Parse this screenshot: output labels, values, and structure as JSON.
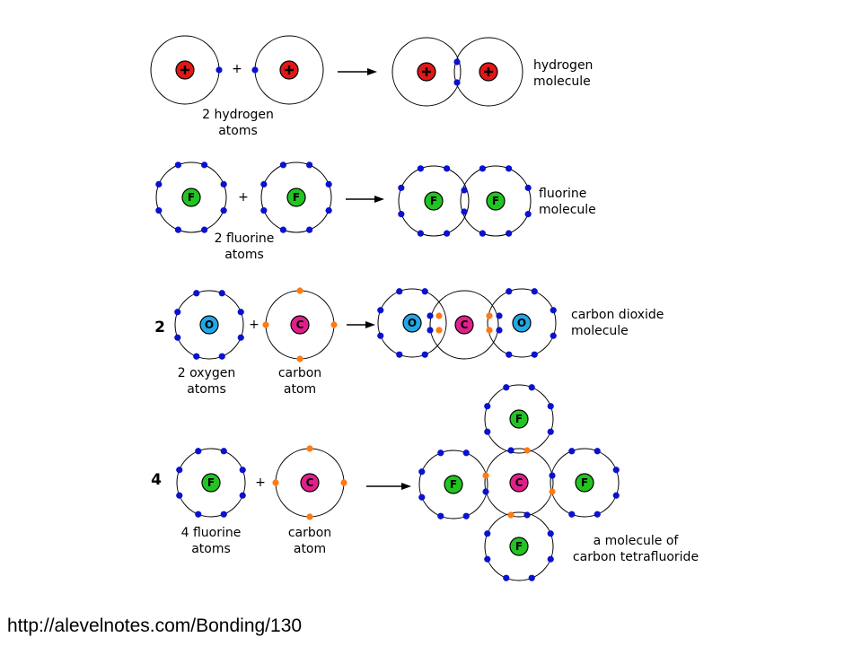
{
  "colors": {
    "outer_electron": "#0a12cf",
    "carbon_electron": "#ff7a14",
    "hydrogen_nucleus": "#e01818",
    "fluorine_nucleus": "#22c422",
    "oxygen_nucleus": "#22a8e6",
    "carbon_nucleus": "#e0208a",
    "shell": "#000000"
  },
  "rows": [
    {
      "id": "hydrogen",
      "coefficient": "",
      "reactant_labels": [
        [
          "2 hydrogen",
          "atoms"
        ]
      ],
      "product_label": [
        "hydrogen",
        "molecule"
      ],
      "nucleus_symbol": "+"
    },
    {
      "id": "fluorine",
      "coefficient": "",
      "reactant_labels": [
        [
          "2 fluorine",
          "atoms"
        ]
      ],
      "product_label": [
        "fluorine",
        "molecule"
      ],
      "nucleus_symbol": "F"
    },
    {
      "id": "carbon-dioxide",
      "coefficient": "2",
      "reactant_labels": [
        [
          "2 oxygen",
          "atoms"
        ],
        [
          "carbon",
          "atom"
        ]
      ],
      "product_label": [
        "carbon dioxide",
        "molecule"
      ],
      "nucleus_symbols": [
        "O",
        "C"
      ]
    },
    {
      "id": "carbon-tetrafluoride",
      "coefficient": "4",
      "reactant_labels": [
        [
          "4 fluorine",
          "atoms"
        ],
        [
          "carbon",
          "atom"
        ]
      ],
      "product_label": [
        "a molecule of",
        "carbon tetrafluoride"
      ],
      "nucleus_symbols": [
        "F",
        "C"
      ]
    }
  ],
  "operators": {
    "plus": "+",
    "arrow": "→"
  },
  "footer": {
    "url": "http://alevelnotes.com/Bonding/130"
  }
}
